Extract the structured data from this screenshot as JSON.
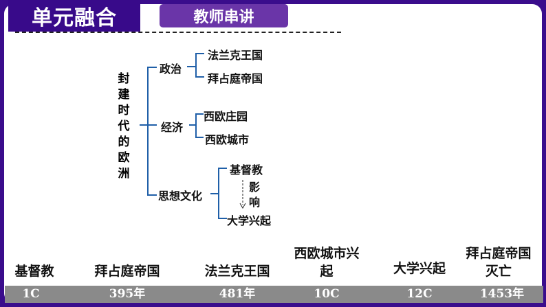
{
  "header": {
    "section_title": "单元融合",
    "button_label": "教师串讲"
  },
  "diagram": {
    "root": "封建时代的欧洲",
    "branches": [
      {
        "label": "政治",
        "items": [
          "法兰克王国",
          "拜占庭帝国"
        ]
      },
      {
        "label": "经济",
        "items": [
          "西欧庄园",
          "西欧城市"
        ]
      },
      {
        "label": "思想文化",
        "items": [
          "基督教",
          "大学兴起"
        ],
        "arrow_label": "影响"
      }
    ]
  },
  "timeline": [
    {
      "event": "基督教",
      "time": "1C"
    },
    {
      "event": "拜占庭帝国",
      "time": "395年"
    },
    {
      "event": "法兰克王国",
      "time": "481年"
    },
    {
      "event": "西欧城市兴起",
      "time": "10C"
    },
    {
      "event": "大学兴起",
      "time": "12C"
    },
    {
      "event": "拜占庭帝国灭亡",
      "time": "1453年"
    }
  ],
  "colors": {
    "frame": "#3a0d8c",
    "accent": "#6a35a8",
    "bracket": "#1f5fa8",
    "bar": "#8a8a8a"
  }
}
